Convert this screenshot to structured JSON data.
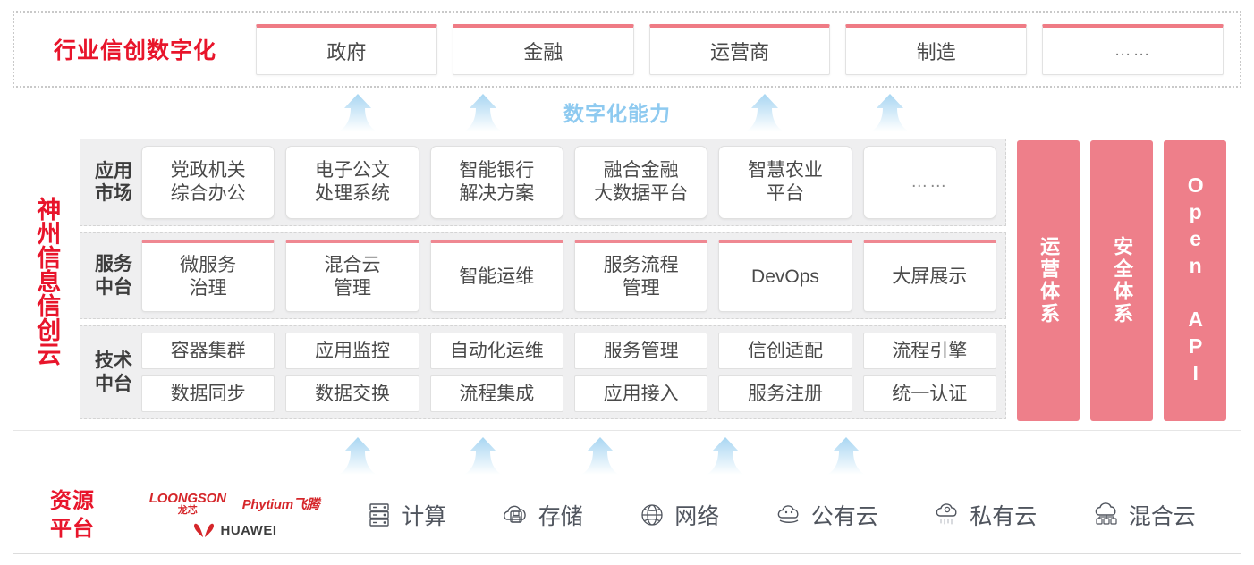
{
  "industry": {
    "title": "行业信创数字化",
    "boxes": [
      {
        "label": "政府"
      },
      {
        "label": "金融"
      },
      {
        "label": "运营商"
      },
      {
        "label": "制造"
      },
      {
        "label": "……"
      }
    ]
  },
  "capability": {
    "label": "数字化能力",
    "color": "#8ecaf0",
    "top_arrow_count": 4,
    "bottom_arrow_count": 5
  },
  "cloud": {
    "title": "神州信息信创云",
    "title_color": "#e8152b",
    "rows": [
      {
        "label": "应用\n市场",
        "label_line1": "应用",
        "label_line2": "市场",
        "cells": [
          {
            "line1": "党政机关",
            "line2": "综合办公"
          },
          {
            "line1": "电子公文",
            "line2": "处理系统"
          },
          {
            "line1": "智能银行",
            "line2": "解决方案"
          },
          {
            "line1": "融合金融",
            "line2": "大数据平台"
          },
          {
            "line1": "智慧农业",
            "line2": "平台"
          },
          {
            "line1": "……",
            "line2": ""
          }
        ]
      },
      {
        "label_line1": "服务",
        "label_line2": "中台",
        "cells": [
          {
            "line1": "微服务",
            "line2": "治理"
          },
          {
            "line1": "混合云",
            "line2": "管理"
          },
          {
            "line1": "智能运维",
            "line2": ""
          },
          {
            "line1": "服务流程",
            "line2": "管理"
          },
          {
            "line1": "DevOps",
            "line2": ""
          },
          {
            "line1": "大屏展示",
            "line2": ""
          }
        ]
      },
      {
        "label_line1": "技术",
        "label_line2": "中台",
        "cells_line1": [
          {
            "label": "容器集群"
          },
          {
            "label": "应用监控"
          },
          {
            "label": "自动化运维"
          },
          {
            "label": "服务管理"
          },
          {
            "label": "信创适配"
          },
          {
            "label": "流程引擎"
          }
        ],
        "cells_line2": [
          {
            "label": "数据同步"
          },
          {
            "label": "数据交换"
          },
          {
            "label": "流程集成"
          },
          {
            "label": "应用接入"
          },
          {
            "label": "服务注册"
          },
          {
            "label": "统一认证"
          }
        ]
      }
    ],
    "side_panels": [
      {
        "label": "运营体系",
        "color": "#ee7f8a"
      },
      {
        "label": "安全体系",
        "color": "#ee7f8a"
      },
      {
        "label": "Open API",
        "color": "#ee7f8a"
      }
    ]
  },
  "resource": {
    "title_line1": "资源",
    "title_line2": "平台",
    "title_color": "#e8152b",
    "vendors": [
      {
        "name": "LOONGSON",
        "cn": "龙芯"
      },
      {
        "name": "Phytium飞腾"
      },
      {
        "name": "HUAWEI"
      }
    ],
    "items": [
      {
        "label": "计算",
        "icon": "server-rack-icon"
      },
      {
        "label": "存储",
        "icon": "cloud-storage-icon"
      },
      {
        "label": "网络",
        "icon": "network-globe-icon"
      },
      {
        "label": "公有云",
        "icon": "public-cloud-icon"
      },
      {
        "label": "私有云",
        "icon": "private-cloud-icon"
      },
      {
        "label": "混合云",
        "icon": "hybrid-cloud-icon"
      }
    ]
  }
}
